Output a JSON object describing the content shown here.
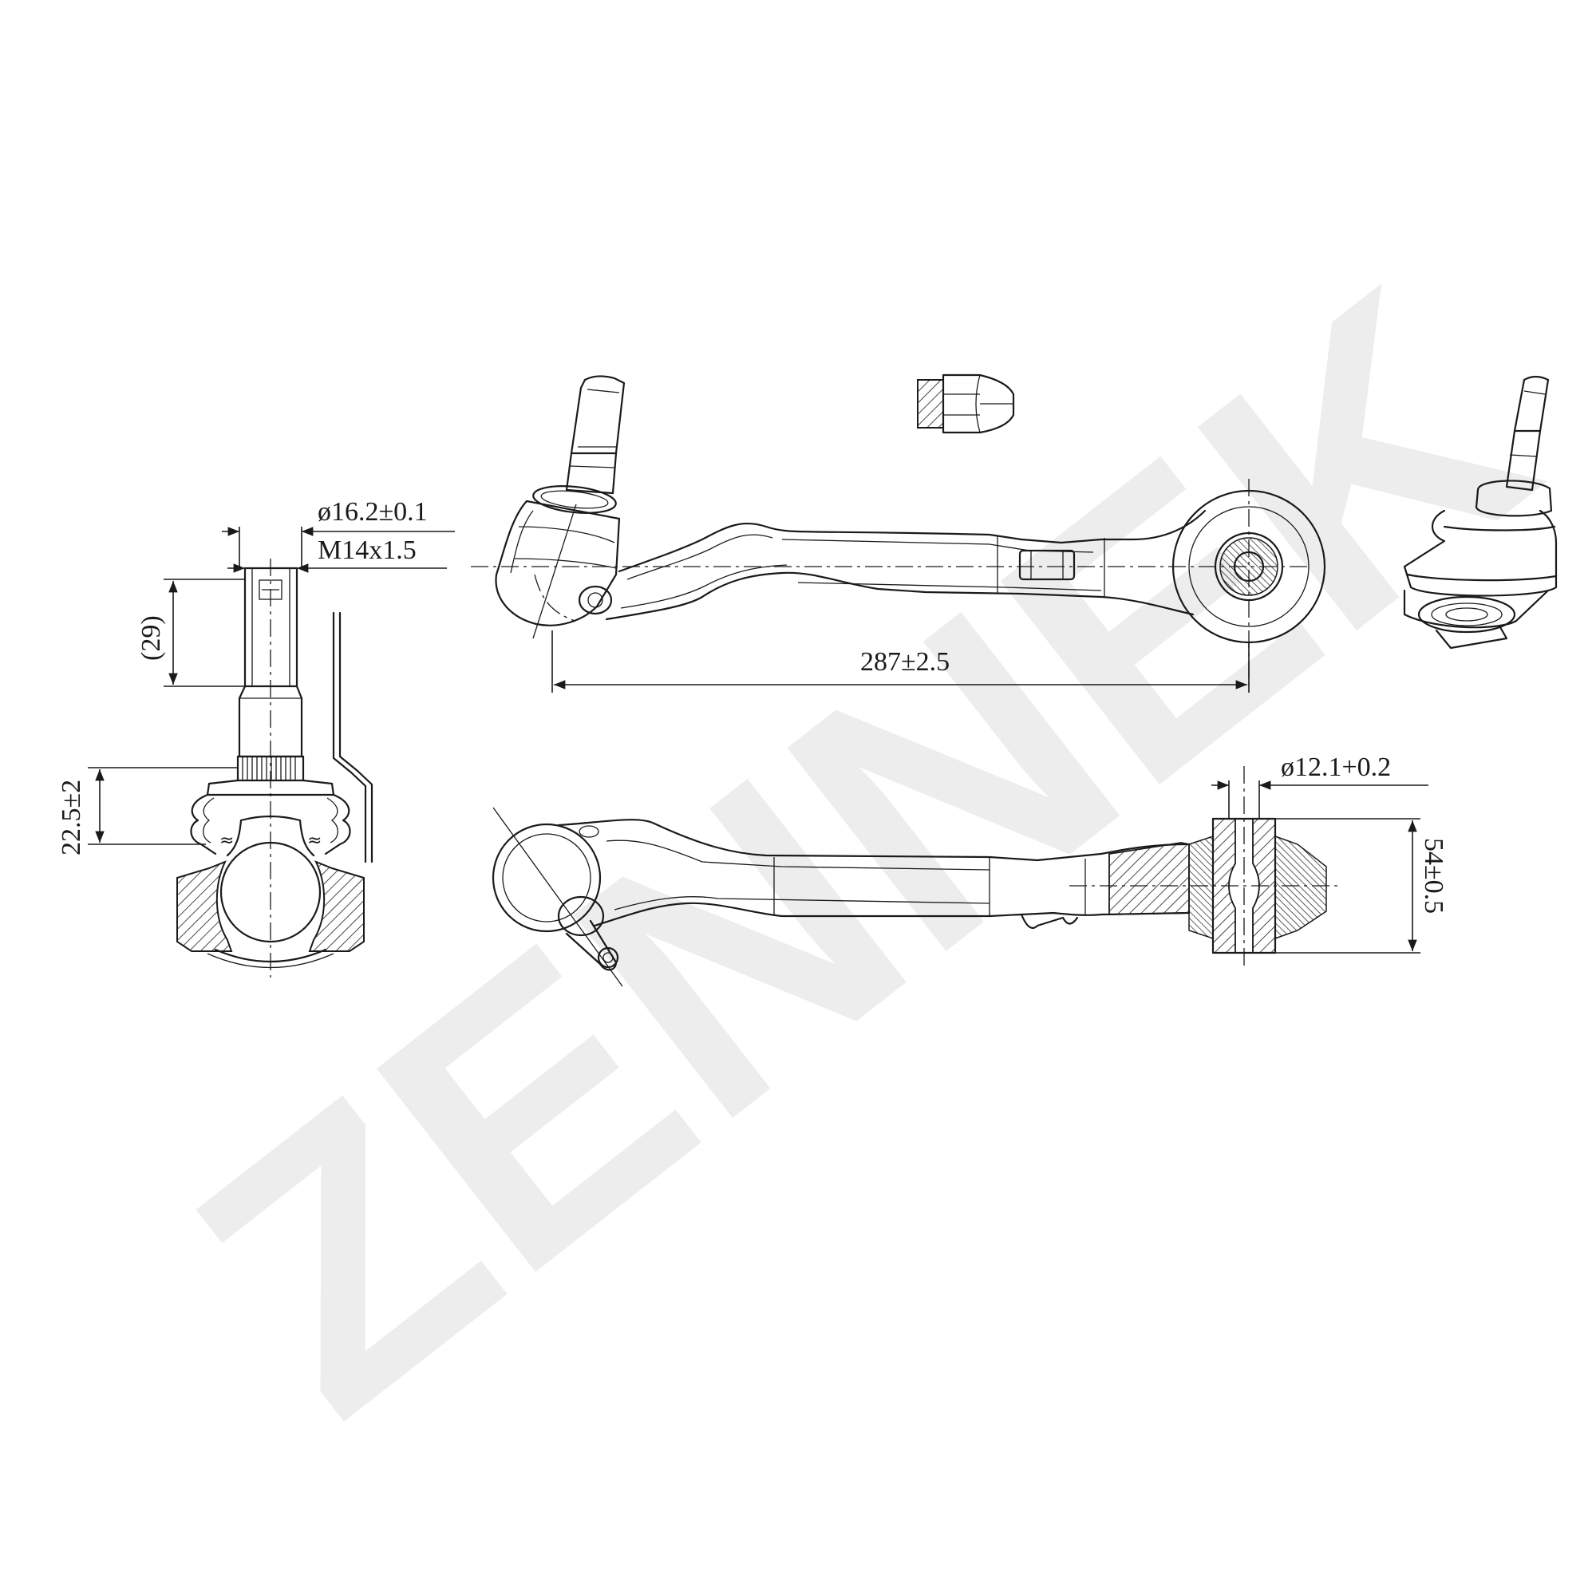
{
  "watermark": {
    "text": "ZENNEK",
    "color": "#ececec"
  },
  "dimensions": {
    "ball_pin_diameter": "ø16.2±0.1",
    "thread": "M14x1.5",
    "stud_length": "(29)",
    "ball_height": "22.5±2",
    "arm_length": "287±2.5",
    "bushing_bore": "ø12.1+0.2",
    "bushing_width": "54±0.5"
  },
  "colors": {
    "line": "#1a1a1a",
    "background": "#ffffff"
  }
}
